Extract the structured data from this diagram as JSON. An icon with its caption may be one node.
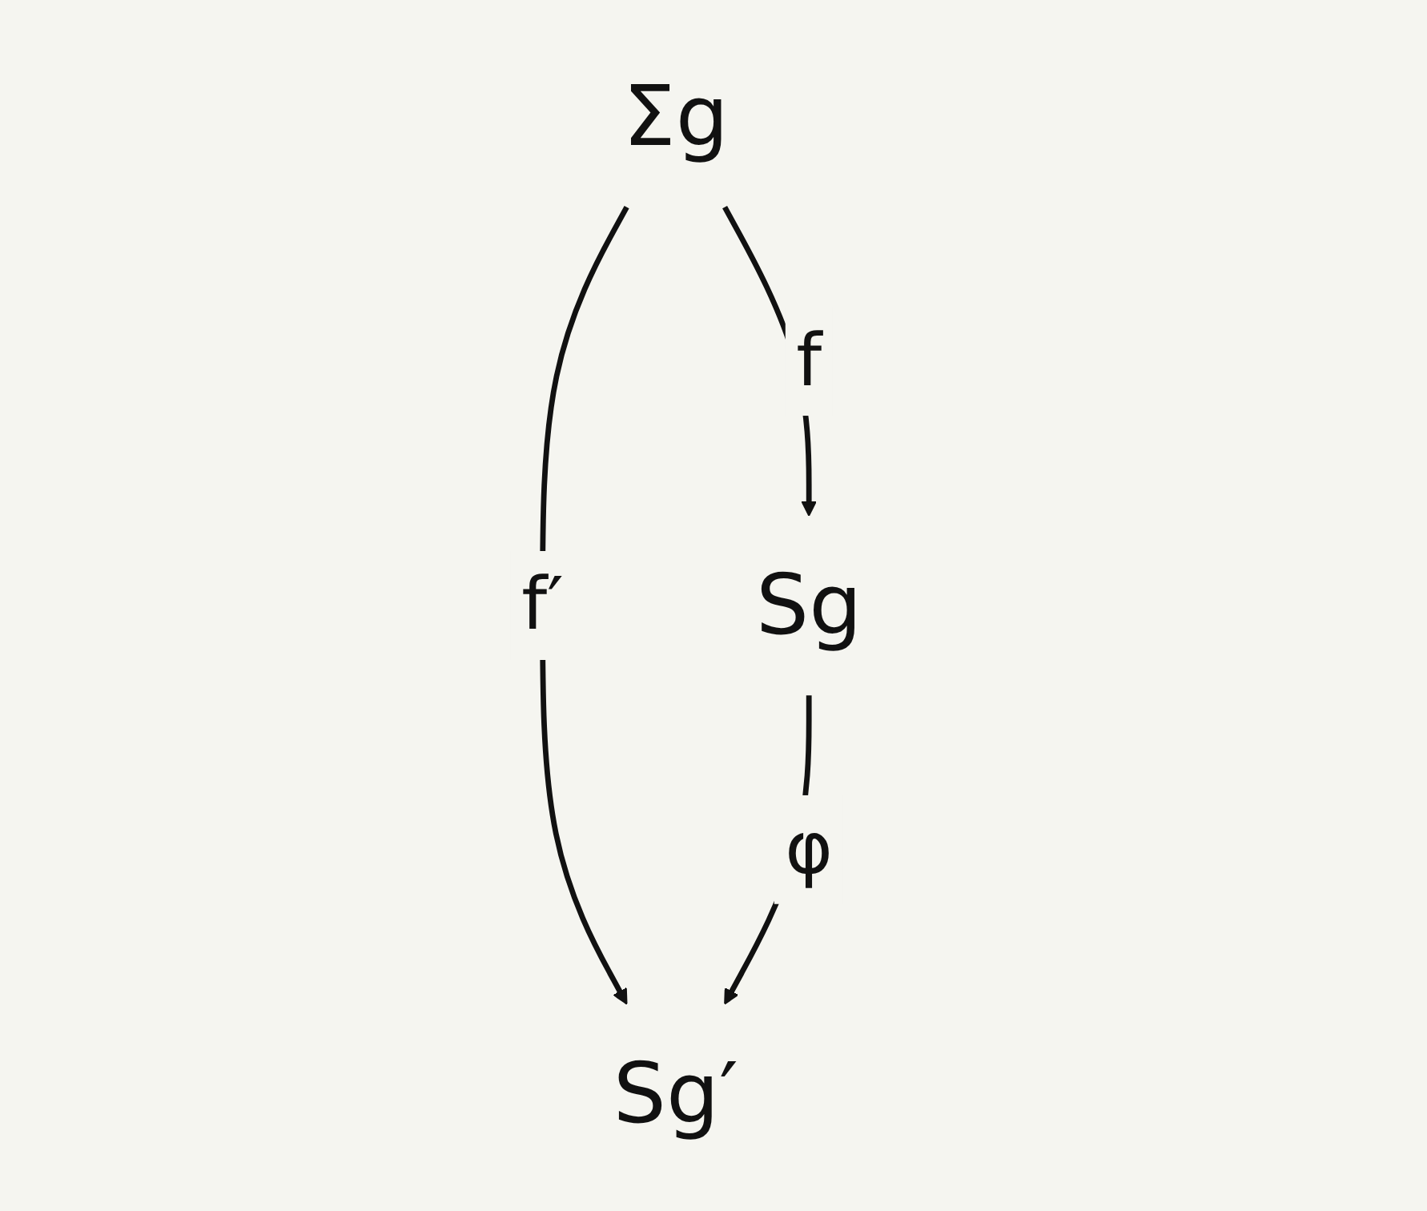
{
  "diagram": {
    "nodes": [
      {
        "text": [
          "Σg"
        ]
      },
      {
        "text": [
          "Sg"
        ]
      },
      {
        "text": [
          "Sg′"
        ]
      }
    ],
    "edges": [
      {
        "from": 0,
        "to": 1,
        "label": "f",
        "arrow": "to"
      },
      {
        "from": 0,
        "to": 2,
        "label": "f′",
        "arrow": "to"
      },
      {
        "from": 1,
        "to": 2,
        "label": "φ",
        "arrow": "to"
      }
    ]
  }
}
